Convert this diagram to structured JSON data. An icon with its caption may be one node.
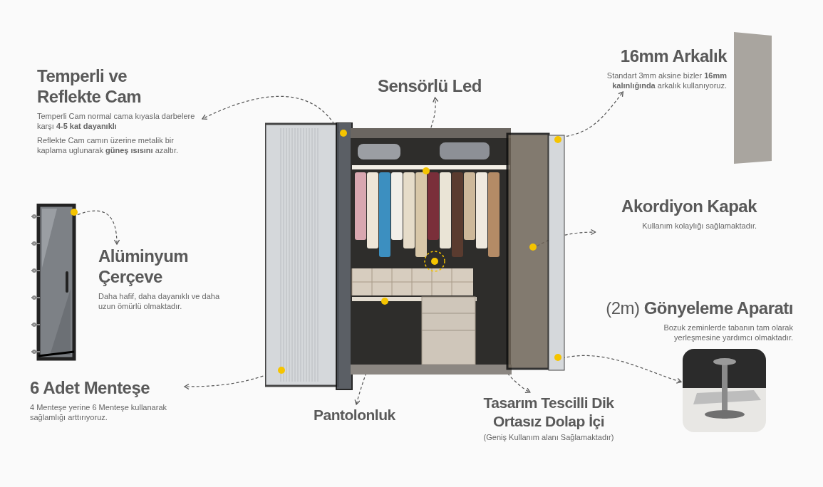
{
  "diagram": {
    "nodes": [
      {
        "text": [],
        "shape": "picture"
      },
      {
        "text": [],
        "shape": "circle",
        "in": 0
      },
      {
        "text": [],
        "shape": "circle",
        "in": 0
      },
      {
        "text": [],
        "shape": "circle",
        "in": 0
      },
      {
        "text": [],
        "shape": "circle",
        "in": 0
      },
      {
        "text": [],
        "shape": "circle",
        "in": 0
      },
      {
        "text": [],
        "shape": "circle",
        "in": 0
      },
      {
        "text": [],
        "shape": "circle",
        "in": 0
      },
      {
        "text": [],
        "shape": "circle",
        "in": 0
      },
      {
        "text": [],
        "shape": "picture"
      },
      {
        "text": [],
        "shape": "circle",
        "in": 9
      },
      {
        "text": [],
        "shape": "picture"
      },
      {
        "text": [
          "Temperli ve Reflekte Cam",
          "Temperli Cam normal cama kıyasla darbelere karşı **4-5 kat dayanıklı**",
          "Reflekte Cam camın üzerine metalik bir kaplama uglunarak **güneş ısısını** azaltır."
        ]
      },
      {
        "text": [
          "Sensörlü Led"
        ]
      },
      {
        "text": [
          "16mm Arkalık",
          "Standart 3mm aksine bizler **16mm kalınlığında** arkalık kullanıyoruz."
        ]
      },
      {
        "text": [
          "Akordiyon Kapak",
          "Kullanım kolaylığı sağlamaktadır."
        ]
      },
      {
        "text": [
          "(2m) **Gönyeleme Aparatı**",
          "Bozuk zeminlerde tabanın tam olarak yerleşmesine yardımcı olmaktadır."
        ]
      },
      {
        "text": [
          "Alüminyum Çerçeve",
          "Daha hafif, daha dayanıklı ve daha uzun ömürlü olmaktadır."
        ]
      },
      {
        "text": [
          "6 Adet Menteşe",
          "4 Menteşe yerine 6 Menteşe kullanarak sağlamlığı arttırıyoruz."
        ]
      },
      {
        "text": [
          "Pantolonluk"
        ]
      },
      {
        "text": [
          "Tasarım Tescilli Dik Ortasız Dolap İçi",
          "(Geniş Kullanım alanı Sağlamaktadır)"
        ]
      }
    ],
    "edges": [
      {
        "from": 1,
        "to": 12,
        "arrow": "to",
        "style": "dashed"
      },
      {
        "from": 2,
        "to": 13,
        "arrow": "to",
        "style": "dashed"
      },
      {
        "from": 3,
        "to": 14,
        "arrow": "to",
        "style": "dashed"
      },
      {
        "from": 4,
        "to": 15,
        "arrow": "to",
        "style": "dashed"
      },
      {
        "from": 5,
        "to": 11,
        "arrow": "to",
        "style": "dashed"
      },
      {
        "from": 6,
        "to": 18,
        "arrow": "to",
        "style": "dashed"
      },
      {
        "from": 7,
        "to": 19,
        "arrow": "to",
        "style": "dashed"
      },
      {
        "from": 8,
        "to": 20,
        "arrow": "to",
        "style": "dashed"
      },
      {
        "from": 10,
        "to": 17,
        "arrow": "to",
        "style": "dashed"
      }
    ]
  }
}
